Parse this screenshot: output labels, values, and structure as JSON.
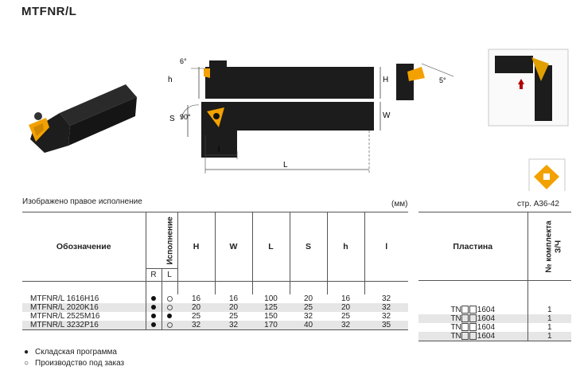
{
  "title": "MTFNR/L",
  "note": "Изображено правое исполнение",
  "units": "(мм)",
  "insert_ref": "стр. А36-42",
  "drawing": {
    "label_h": "h",
    "label_H": "H",
    "label_S": "S",
    "label_W": "W",
    "label_l": "l",
    "label_L": "L",
    "angle_6": "6°",
    "angle_90": "90°",
    "angle_5": "5°"
  },
  "table": {
    "headers": {
      "designation": "Обозначение",
      "execution": "Исполнение",
      "R": "R",
      "L": "L",
      "H": "H",
      "W": "W",
      "Lcol": "L",
      "S": "S",
      "h": "h",
      "l": "l",
      "insert": "Пластина",
      "kit_line1": "№ комплекта",
      "kit_line2": "З/Ч"
    },
    "rows": [
      {
        "designation": "MTFNR/L 1616H16",
        "R": "stock",
        "L": "order",
        "H": "16",
        "W": "16",
        "L_len": "100",
        "S": "20",
        "h": "16",
        "l": "32",
        "insert_prefix": "TN",
        "insert_suffix": "1604",
        "kit": "1"
      },
      {
        "designation": "MTFNR/L 2020K16",
        "R": "stock",
        "L": "order",
        "H": "20",
        "W": "20",
        "L_len": "125",
        "S": "25",
        "h": "20",
        "l": "32",
        "insert_prefix": "TN",
        "insert_suffix": "1604",
        "kit": "1"
      },
      {
        "designation": "MTFNR/L 2525M16",
        "R": "stock",
        "L": "stock",
        "H": "25",
        "W": "25",
        "L_len": "150",
        "S": "32",
        "h": "25",
        "l": "32",
        "insert_prefix": "TN",
        "insert_suffix": "1604",
        "kit": "1"
      },
      {
        "designation": "MTFNR/L 3232P16",
        "R": "stock",
        "L": "order",
        "H": "32",
        "W": "32",
        "L_len": "170",
        "S": "40",
        "h": "32",
        "l": "35",
        "insert_prefix": "TN",
        "insert_suffix": "1604",
        "kit": "1"
      }
    ]
  },
  "legend": [
    {
      "symbol": "●",
      "text": "Складская программа"
    },
    {
      "symbol": "○",
      "text": "Производство под заказ"
    }
  ],
  "colors": {
    "insert": "#f2a100",
    "body": "#1b1b1b",
    "row_alt": "#e6e6e6"
  }
}
